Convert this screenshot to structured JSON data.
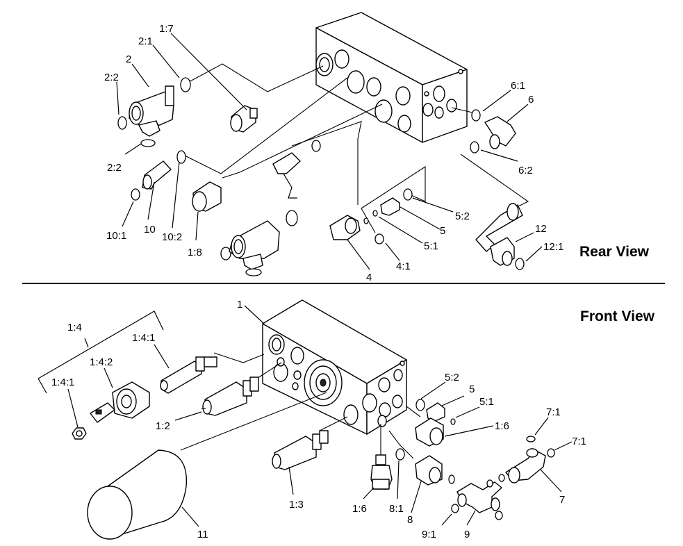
{
  "views": {
    "rear": "Rear View",
    "front": "Front View"
  },
  "labels": {
    "rear": [
      "1:7",
      "2:1",
      "2",
      "2:2",
      "2:2",
      "6:1",
      "6",
      "6:2",
      "10:1",
      "10",
      "10:2",
      "1:8",
      "5:2",
      "5",
      "5:1",
      "4:1",
      "4",
      "12",
      "12:1"
    ],
    "front": [
      "1",
      "1:4",
      "1:4:1",
      "1:4:2",
      "1:4:1",
      "1:2",
      "5:2",
      "5",
      "5:1",
      "1:6",
      "7:1",
      "7:1",
      "7",
      "1:3",
      "1:6",
      "8:1",
      "8",
      "9:1",
      "9",
      "11"
    ]
  }
}
